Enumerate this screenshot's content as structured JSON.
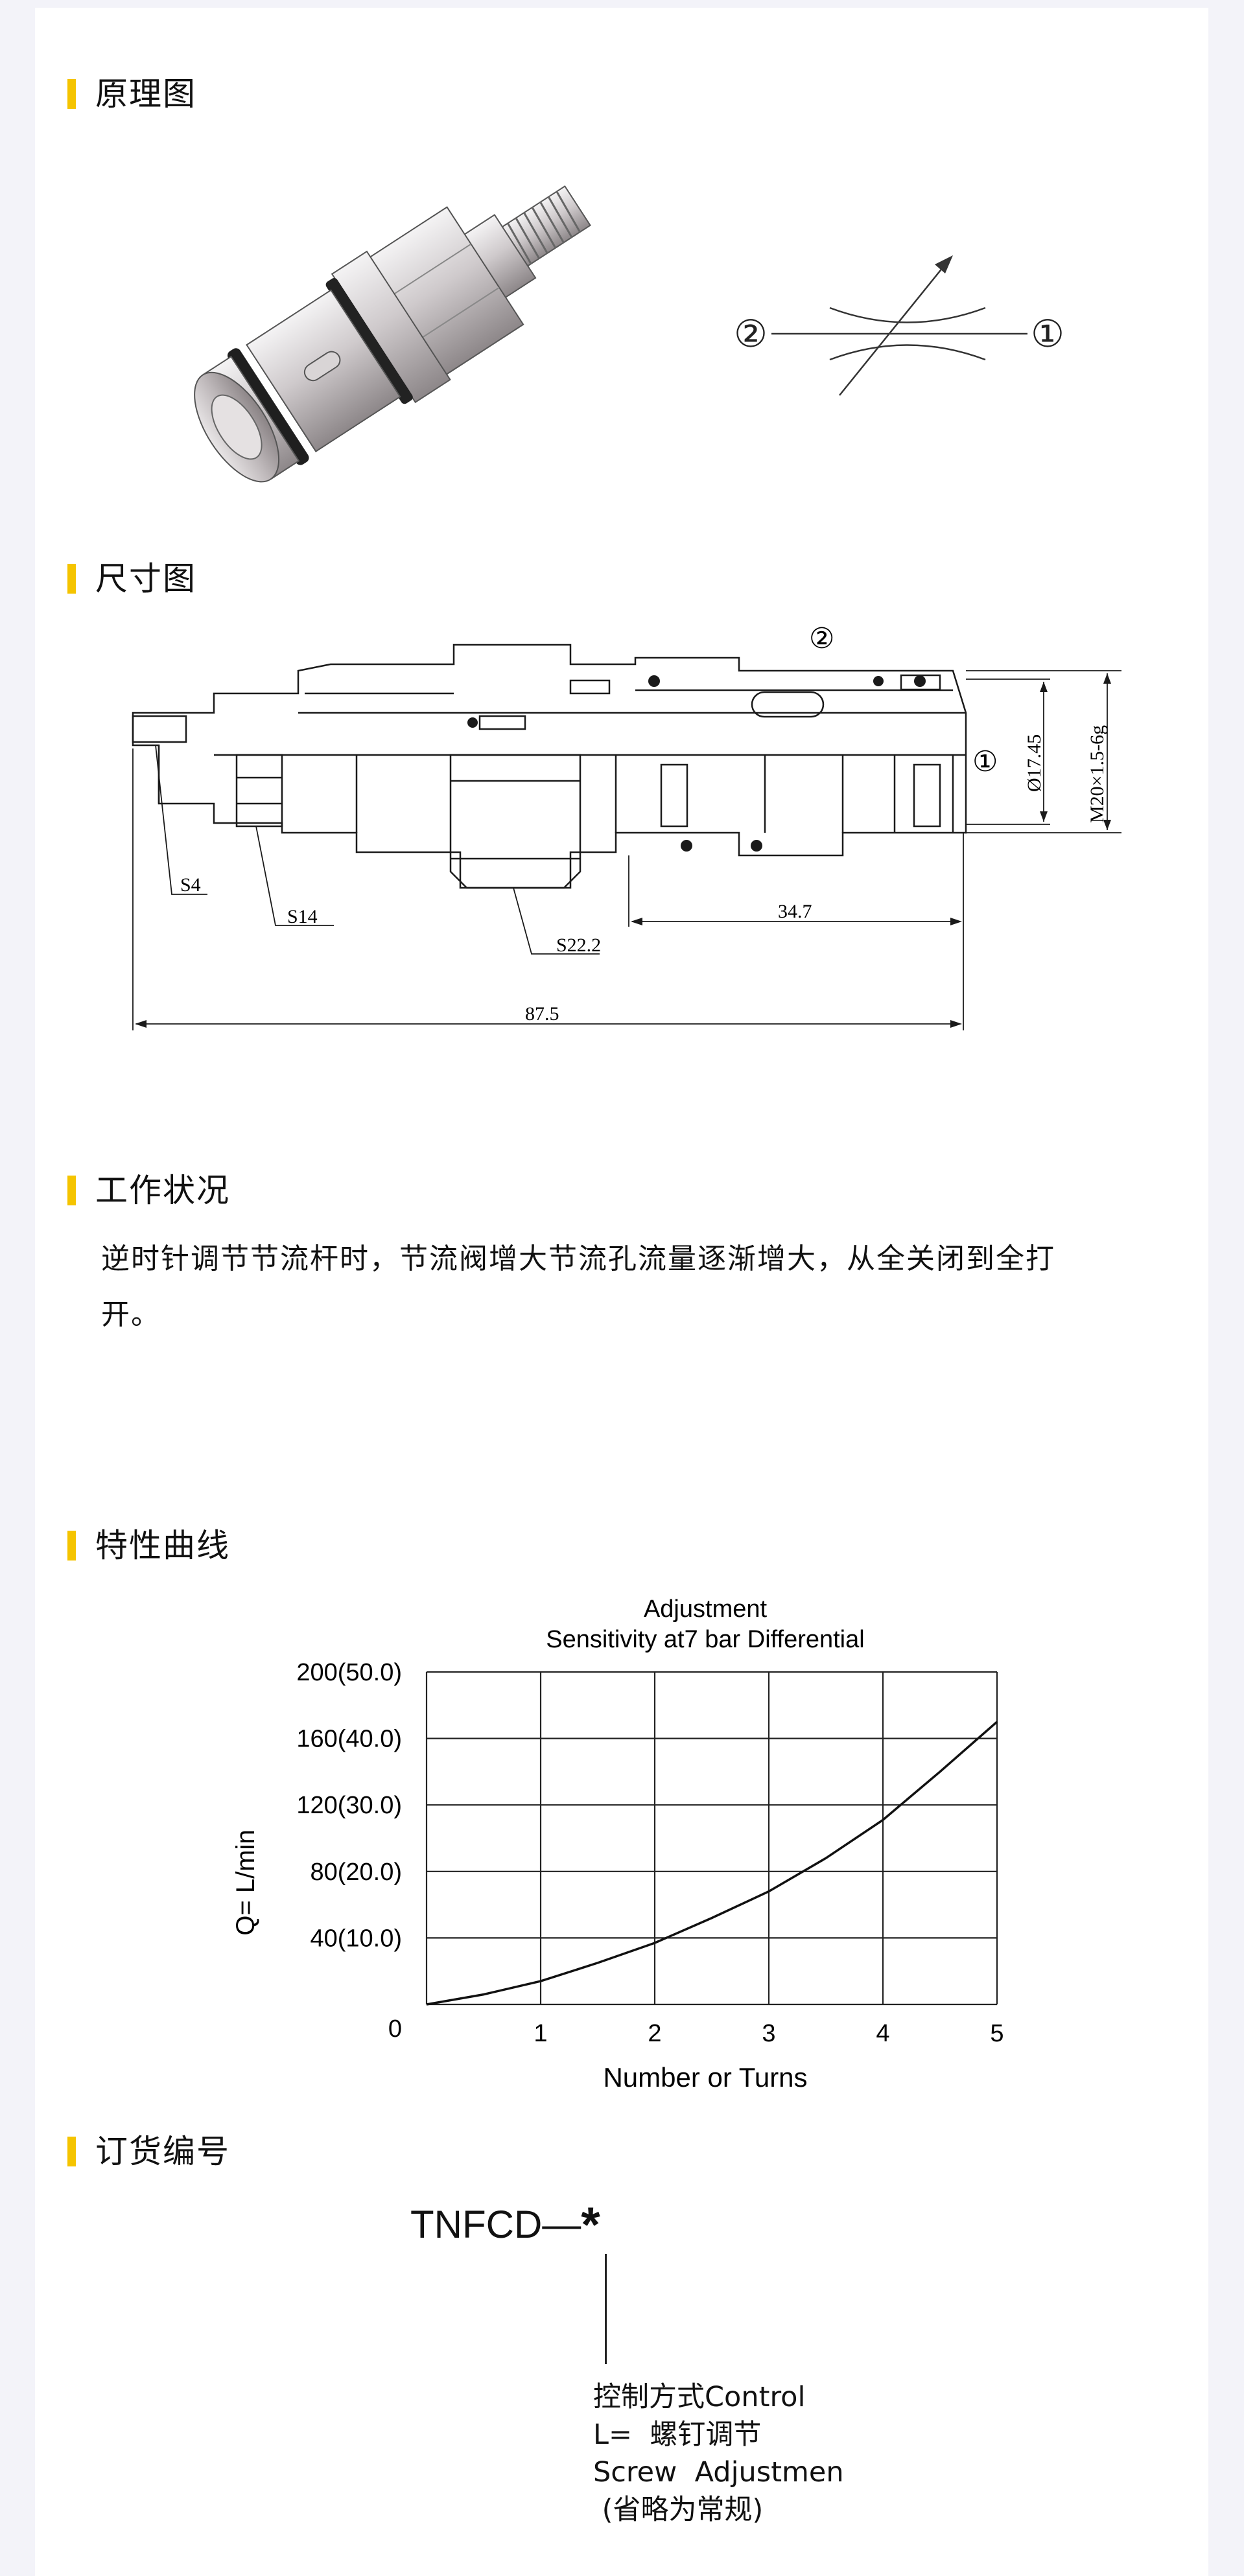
{
  "sections": {
    "principle": "原理图",
    "dimension": "尺寸图",
    "working": "工作状况",
    "curve": "特性曲线",
    "order": "订货编号"
  },
  "symbol": {
    "port_left": "②",
    "port_right": "①"
  },
  "dimensions": {
    "port_top": "②",
    "port_side": "①",
    "dia": "Ø17.45",
    "thread": "M20×1.5-6g",
    "s4": "S4",
    "s14": "S14",
    "s22": "S22.2",
    "len_short": "34.7",
    "len_total": "87.5"
  },
  "working_text": "逆时针调节节流杆时，节流阀增大节流孔流量逐渐增大，从全关闭到全打开。",
  "chart_data": {
    "type": "line",
    "title": "Adjustment",
    "subtitle": "Sensitivity at7 bar Differential",
    "xlabel": "Number or Turns",
    "ylabel": "Q= L/min",
    "xlim": [
      0,
      5
    ],
    "ylim": [
      0,
      200
    ],
    "x_ticks": [
      "1",
      "2",
      "3",
      "4",
      "5"
    ],
    "y_ticks": [
      "0",
      "40(10.0)",
      "80(20.0)",
      "120(30.0)",
      "160(40.0)",
      "200(50.0)"
    ],
    "grid": true,
    "series": [
      {
        "x": [
          0,
          0.5,
          1,
          1.5,
          2,
          2.5,
          3,
          3.5,
          4,
          4.5,
          5
        ],
        "y": [
          0,
          6,
          14,
          25,
          37,
          52,
          68,
          88,
          111,
          140,
          170
        ]
      }
    ]
  },
  "order": {
    "code_prefix": "TNFCD—",
    "code_star": "*",
    "lines": [
      "控制方式Control",
      "L=  螺钉调节",
      "Screw  Adjustmen",
      " (省略为常规)"
    ]
  },
  "colors": {
    "accent": "#f5c400",
    "background": "#f3f3f9"
  }
}
